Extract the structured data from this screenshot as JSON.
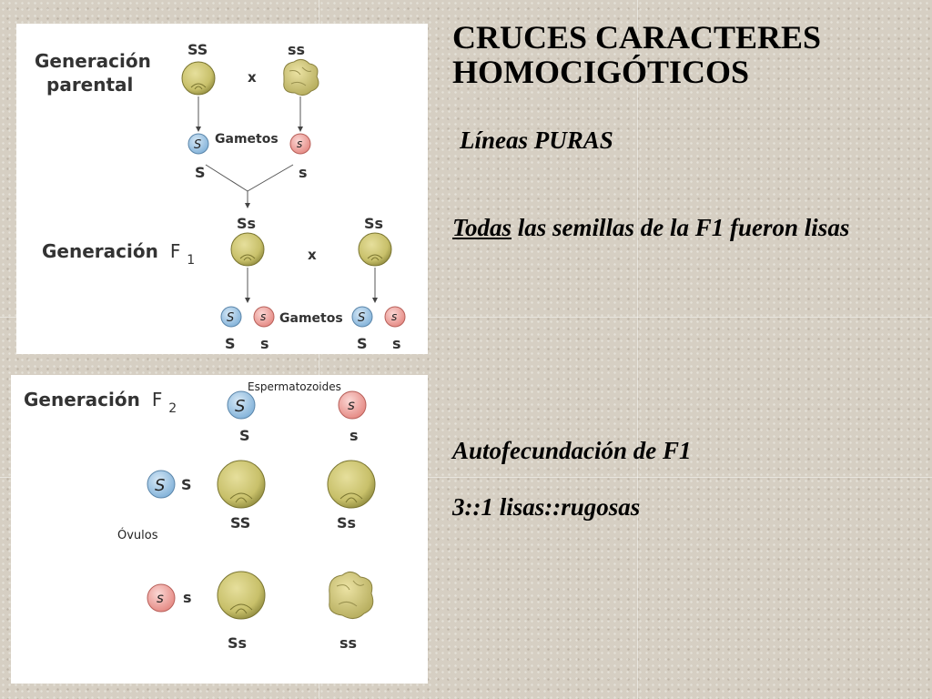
{
  "slide": {
    "title_line1": "CRUCES CARACTERES",
    "title_line2": "HOMOCIGÓTICOS",
    "subtitle": "Líneas PURAS",
    "f1_emphasis": "Todas",
    "f1_rest": " las semillas de la F1 fueron lisas",
    "selfing": "Autofecundación de F1",
    "ratio": "3::1 lisas::rugosas"
  },
  "diagram_top": {
    "parental_label_line1": "Generación",
    "parental_label_line2": "parental",
    "parent1_genotype": "SS",
    "parent2_genotype": "ss",
    "cross_symbol": "x",
    "gametes_label": "Gametos",
    "gamete_dominant": "S",
    "gamete_recessive": "s",
    "f1_label": "Generación",
    "f1_sub": "F",
    "f1_index": "1",
    "f1_genotype": "Ss"
  },
  "diagram_bottom": {
    "f2_label": "Generación",
    "f2_sub": "F",
    "f2_index": "2",
    "sperm_label": "Espermatozoides",
    "ovule_label": "Óvulos",
    "allele_dominant": "S",
    "allele_recessive": "s",
    "cells": [
      "SS",
      "Ss",
      "Ss",
      "ss"
    ]
  },
  "colors": {
    "smooth_seed": "#c8c06a",
    "wrinkled_seed": "#d2c97c",
    "dominant_gamete": "#9cc4e4",
    "recessive_gamete": "#f0a5a0"
  }
}
